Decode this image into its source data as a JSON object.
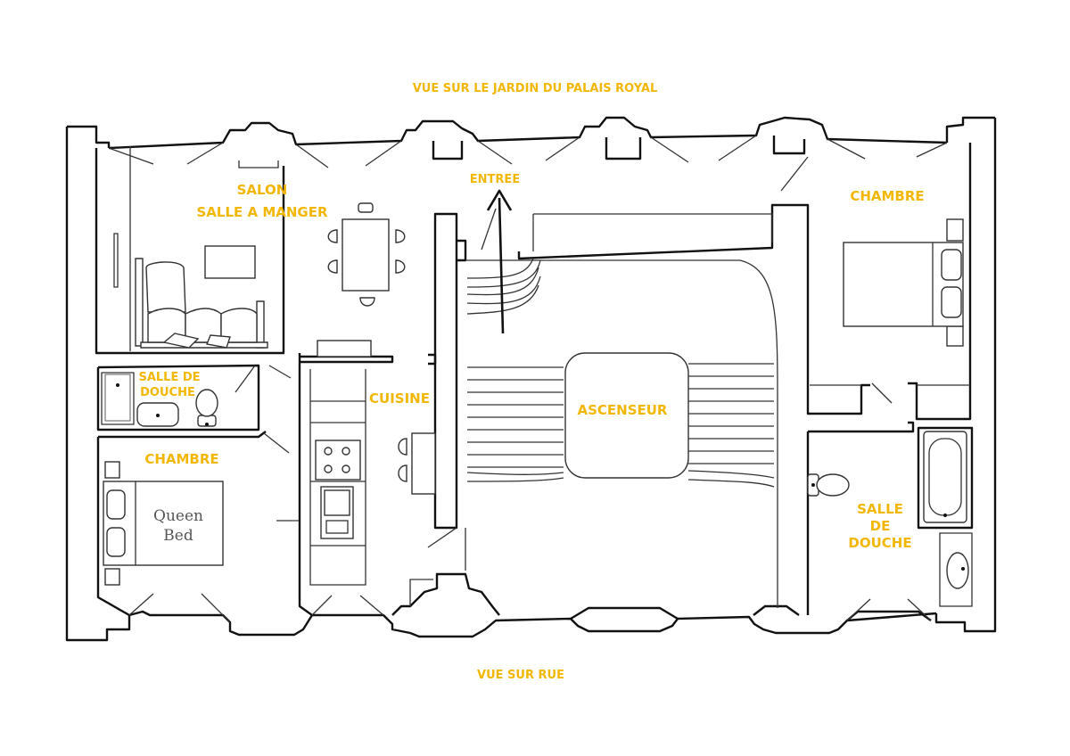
{
  "labels": {
    "garden_view": "VUE SUR LE JARDIN DU PALAIS ROYAL",
    "street_view": "VUE SUR RUE",
    "entrance": "ENTREE",
    "living_line1": "SALON",
    "living_line2": "SALLE A MANGER",
    "kitchen": "CUISINE",
    "elevator": "ASCENSEUR",
    "bedroom_left": "CHAMBRE",
    "bedroom_right": "CHAMBRE",
    "shower_left_line1": "SALLE DE",
    "shower_left_line2": "DOUCHE",
    "shower_right_line1": "SALLE",
    "shower_right_line2": "DE",
    "shower_right_line3": "DOUCHE",
    "bed_line1": "Queen",
    "bed_line2": "Bed"
  },
  "colors": {
    "label": "#f2b705",
    "wall": "#111111"
  }
}
